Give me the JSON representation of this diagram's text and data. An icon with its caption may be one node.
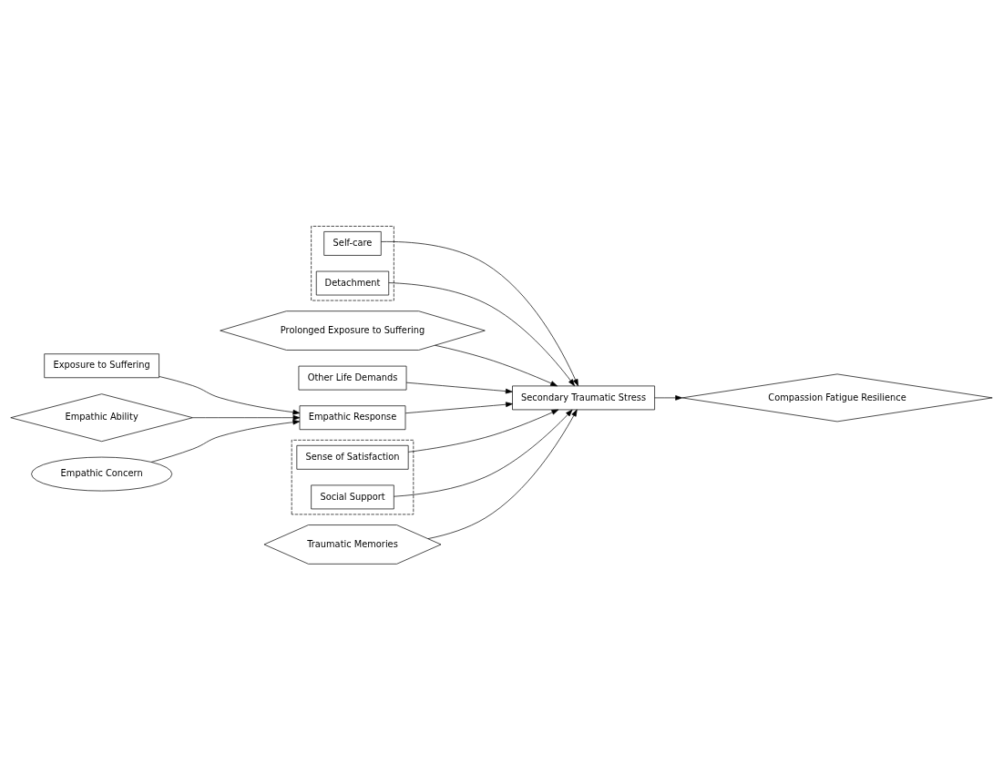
{
  "diagram": {
    "nodes": [
      {
        "text": [],
        "shape": "parallelogram"
      },
      {
        "text": [
          "Self-care"
        ],
        "in": 0
      },
      {
        "text": [
          "Detachment"
        ],
        "in": 0
      },
      {
        "text": [
          "Exposure to Suffering"
        ]
      },
      {
        "text": [
          "Prolonged Exposure to Suffering"
        ]
      },
      {
        "text": [
          "Other Life Demands"
        ]
      },
      {
        "text": [
          "Empathic Ability"
        ]
      },
      {
        "text": [
          "Empathic Response"
        ]
      },
      {
        "text": [
          "Secondary Traumatic Stress"
        ]
      },
      {
        "text": [
          "Compassion Fatigue Resilience"
        ]
      },
      {
        "text": [],
        "shape": "parallelogram"
      },
      {
        "text": [
          "Sense of Satisfaction"
        ],
        "in": 10
      },
      {
        "text": [
          "Social Support"
        ],
        "in": 10
      },
      {
        "text": [
          "Empathic Concern"
        ]
      },
      {
        "text": [
          "Traumatic Memories"
        ]
      }
    ],
    "edges": [
      {
        "from": 3,
        "to": 7,
        "arrow": "to"
      },
      {
        "from": 6,
        "to": 7,
        "arrow": "to"
      },
      {
        "from": 13,
        "to": 7,
        "arrow": "to"
      },
      {
        "from": 7,
        "to": 8,
        "arrow": "to"
      },
      {
        "from": 2,
        "to": 8,
        "arrow": "to"
      },
      {
        "from": 1,
        "to": 8,
        "arrow": "to"
      },
      {
        "from": 4,
        "to": 8,
        "arrow": "to"
      },
      {
        "from": 5,
        "to": 8,
        "arrow": "to"
      },
      {
        "from": 11,
        "to": 8,
        "arrow": "to"
      },
      {
        "from": 12,
        "to": 8,
        "arrow": "to"
      },
      {
        "from": 14,
        "to": 8,
        "arrow": "to"
      },
      {
        "from": 8,
        "to": 9,
        "arrow": "to"
      }
    ]
  }
}
